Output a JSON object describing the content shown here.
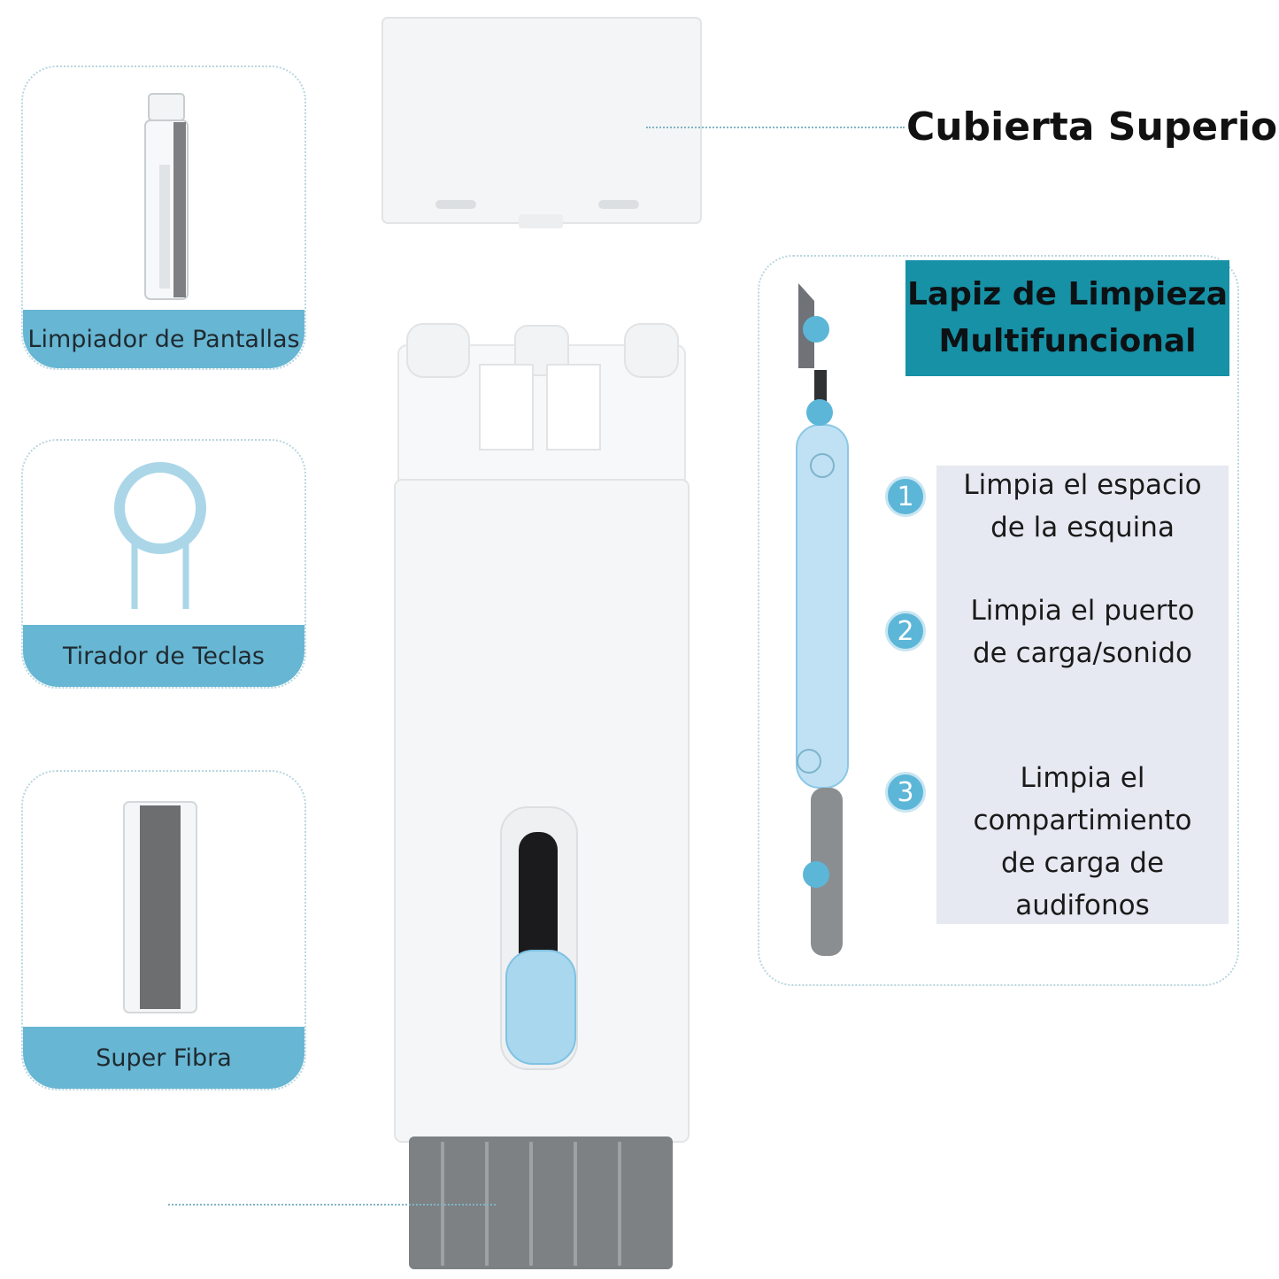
{
  "cards": [
    {
      "label": "Limpiador de Pantallas",
      "icon": "spray-bottle-icon"
    },
    {
      "label": "Tirador de Teclas",
      "icon": "keycap-puller-icon"
    },
    {
      "label": "Super Fibra",
      "icon": "microfiber-block-icon"
    }
  ],
  "top_cover": {
    "label": "Cubierta Superior"
  },
  "pencil": {
    "title_line1": "Lapiz de Limpieza",
    "title_line2": "Multifuncional",
    "features": [
      {
        "number": "1",
        "line1": "Limpia el espacio",
        "line2": "de la esquina"
      },
      {
        "number": "2",
        "line1": "Limpia el puerto",
        "line2": "de carga/sonido"
      },
      {
        "number": "3",
        "line1": "Limpia el",
        "line2": "compartimiento",
        "line3": "de carga de",
        "line4": "audifonos"
      }
    ]
  },
  "colors": {
    "accent_blue": "#67b6d3",
    "title_teal": "#1791a6",
    "feature_bg": "#e6e9f1",
    "badge_blue": "#5cb6d8"
  }
}
